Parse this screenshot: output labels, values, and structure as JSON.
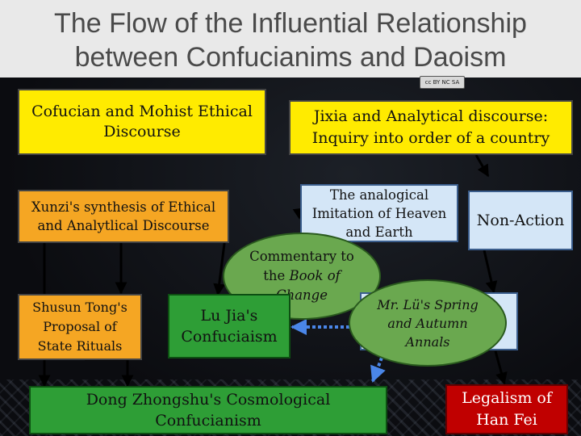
{
  "title": {
    "line1": "The Flow of the Influential Relationship",
    "line2": "between Confucianims and Daoism"
  },
  "license_badge": "cc BY NC SA",
  "nodes": {
    "cofucian_mohist": "Cofucian and Mohist Ethical Discourse",
    "jixia": "Jixia and Analytical discourse: Inquiry into order of a country",
    "xunzi": "Xunzi's synthesis of Ethical and Analytlical Discourse",
    "analogical": "The analogical Imitation of Heaven and Earth",
    "non_action": "Non-Action",
    "commentary_pre": "Commentary to the ",
    "commentary_italic": "Book of Change",
    "shusun": "Shusun Tong's Proposal of State Rituals",
    "lu_jia": "Lu Jia's Confuciaism",
    "lu_spring": "Mr. Lü's Spring and Autumn Annals",
    "dong": "Dong Zhongshu's Cosmological Confucianism",
    "legalism": "Legalism of Han Fei"
  },
  "colors": {
    "yellow": "#ffeb00",
    "orange": "#f5a623",
    "light_blue": "#d4e6f7",
    "green": "#2e9e36",
    "ellipse_green": "#6aa84f",
    "red": "#c00000",
    "arrow_solid": "#000000",
    "arrow_dotted": "#4a86e8"
  }
}
